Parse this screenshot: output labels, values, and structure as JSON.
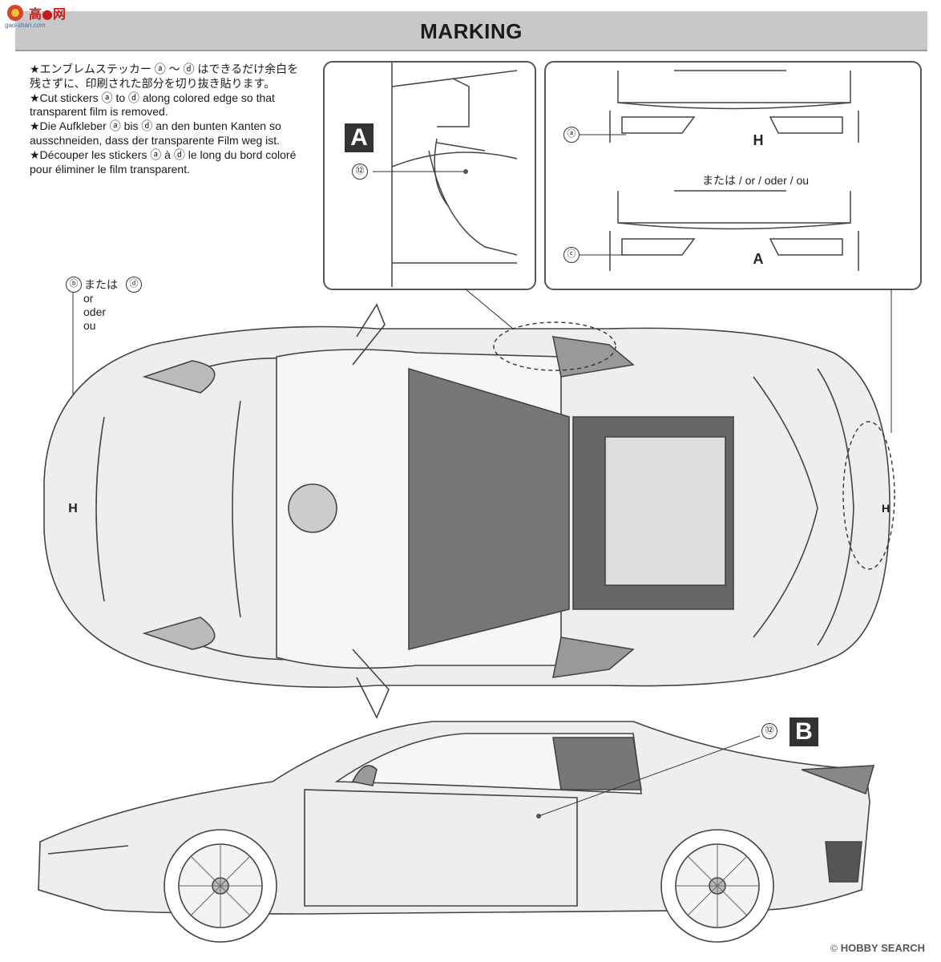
{
  "header": {
    "title": "MARKING"
  },
  "logo": {
    "text": "高●网",
    "sub": "gao-shan.com"
  },
  "instructions": [
    "★エンブレムステッカー ⓐ 〜 ⓓ はできるだけ余白を残さずに、印刷された部分を切り抜き貼ります。",
    "★Cut stickers ⓐ to ⓓ along colored edge so that transparent film is removed.",
    "★Die Aufkleber ⓐ bis ⓓ an den bunten Kanten so ausschneiden, dass der transparente Film weg ist.",
    "★Découper les stickers ⓐ à ⓓ le long du bord coloré pour éliminer le film transparent."
  ],
  "panel_a": {
    "badge": "A",
    "callout": "⑫"
  },
  "panel_rear": {
    "callout_top": "ⓐ",
    "callout_bottom": "ⓒ",
    "or_text": "または / or / oder / ou"
  },
  "top_view": {
    "callout_b": "ⓑ",
    "callout_d": "ⓓ",
    "or_jp": "または",
    "or_en": "or",
    "or_de": "oder",
    "or_fr": "ou"
  },
  "side_view": {
    "badge": "B",
    "callout": "⑫"
  },
  "watermark": {
    "copy": "©",
    "text": "HOBBY SEARCH"
  }
}
